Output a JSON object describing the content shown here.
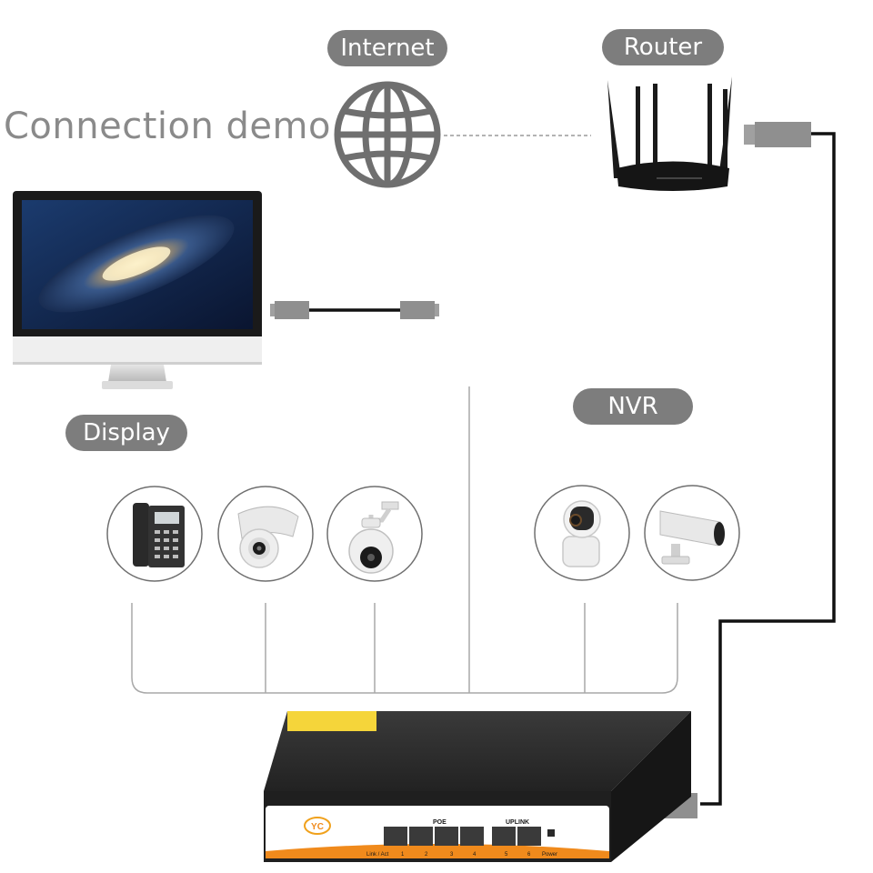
{
  "title": "Connection demo",
  "labels": {
    "internet": "Internet",
    "router": "Router",
    "display": "Display",
    "nvr": "NVR"
  },
  "switch": {
    "poe_label": "POE",
    "uplink_label": "UPLINK",
    "link_act_label": "Link / Act",
    "port_numbers": [
      "1",
      "2",
      "3",
      "4",
      "5",
      "6"
    ],
    "power_label": "Power",
    "logo_text": "YC"
  },
  "devices": [
    {
      "icon": "phone-icon"
    },
    {
      "icon": "dome-camera-icon"
    },
    {
      "icon": "ptz-camera-icon"
    },
    {
      "icon": "indoor-camera-icon"
    },
    {
      "icon": "bullet-camera-icon"
    }
  ],
  "colors": {
    "pill": "#7d7d7d",
    "title": "#8a8a8a",
    "cable": "#111111",
    "plug": "#8f8f8f",
    "switch_body": "#2b2b2b",
    "switch_accent": "#f08a1c"
  }
}
